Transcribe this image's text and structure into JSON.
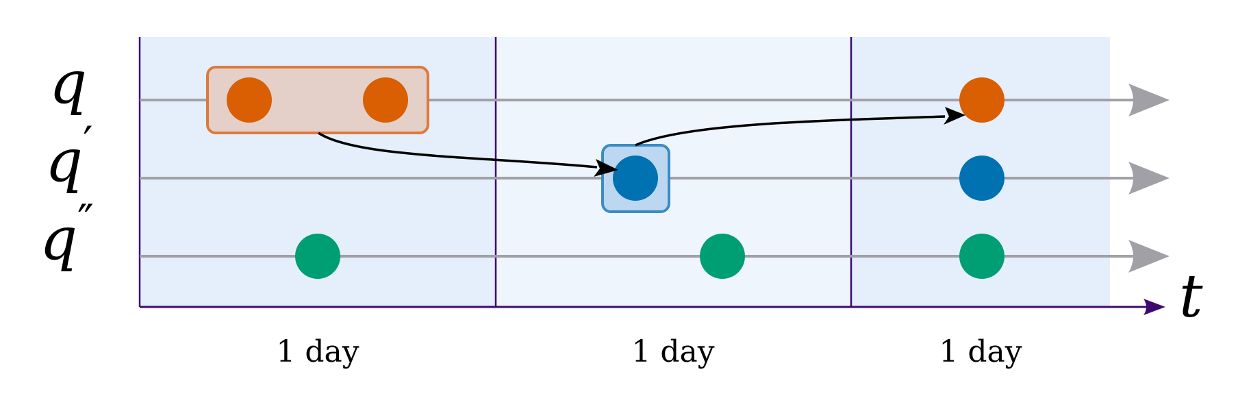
{
  "rows": [
    {
      "symbol": "q",
      "prime": ""
    },
    {
      "symbol": "q",
      "prime": "′"
    },
    {
      "symbol": "q",
      "prime": "″"
    }
  ],
  "time_axis_label": "t",
  "periods": [
    {
      "label": "1 day"
    },
    {
      "label": "1 day"
    },
    {
      "label": "1 day"
    }
  ],
  "colors": {
    "q": "#d95f02",
    "q_prime": "#0072b2",
    "q_double_prime": "#009e73",
    "axis": "#3f0a6e",
    "timeline": "#a0a0a6",
    "period_1_bg": "#e5effc",
    "period_2_bg": "#eff5fd",
    "period_3_bg": "#e5effc",
    "group_q_fill": "#e4d0c8",
    "group_q_stroke": "#dc7a3c",
    "group_q_prime_fill": "#bcd7f0",
    "group_q_prime_stroke": "#3a8cc4",
    "arrow": "#000000"
  }
}
